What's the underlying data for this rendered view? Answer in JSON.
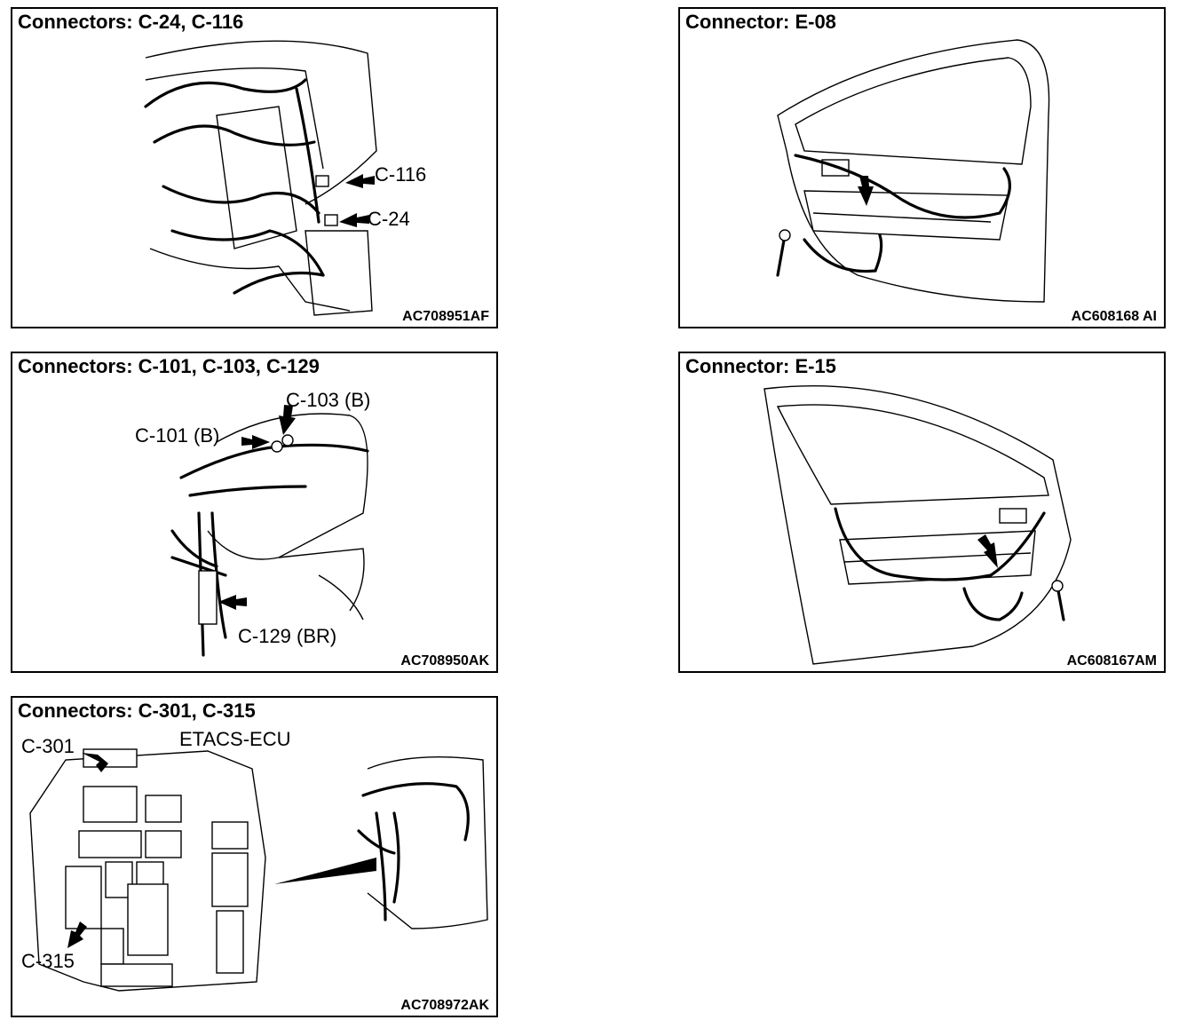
{
  "panels": {
    "p1": {
      "title": "Connectors: C-24, C-116",
      "code": "AC708951AF",
      "callouts": {
        "c116": "C-116",
        "c24": "C-24"
      }
    },
    "p2": {
      "title": "Connector: E-08",
      "code": "AC608168 AI"
    },
    "p3": {
      "title": "Connectors: C-101, C-103, C-129",
      "code": "AC708950AK",
      "callouts": {
        "c103": "C-103 (B)",
        "c101": "C-101 (B)",
        "c129": "C-129 (BR)"
      }
    },
    "p4": {
      "title": "Connector: E-15",
      "code": "AC608167AM"
    },
    "p5": {
      "title": "Connectors: C-301, C-315",
      "code": "AC708972AK",
      "callouts": {
        "c301": "C-301",
        "ecu": "ETACS-ECU",
        "c315": "C-315"
      }
    }
  }
}
